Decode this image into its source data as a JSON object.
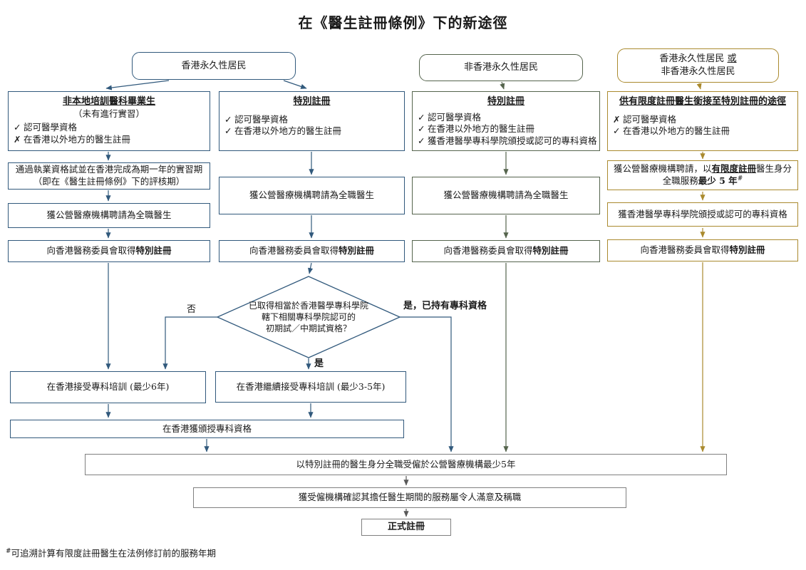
{
  "title": "在《醫生註冊條例》下的新途徑",
  "colors": {
    "blue": "#31597C",
    "green": "#55644D",
    "gold": "#AA8A2E",
    "gray": "#808080",
    "darkgray": "#595959",
    "text": "#1A1A1A"
  },
  "headers": {
    "hk_resident": "香港永久性居民",
    "non_hk_resident": "非香港永久性居民",
    "either_line1_pre": "香港永久性居民 ",
    "either_line1_or": "或",
    "either_line2": "非香港永久性居民"
  },
  "col1": {
    "box1": {
      "title": "非本地培訓醫科畢業生",
      "subtitle": "（未有進行實習）",
      "items": [
        {
          "mark": "✓",
          "text": "認可醫學資格"
        },
        {
          "mark": "✗",
          "text": "在香港以外地方的醫生註冊"
        }
      ]
    },
    "box2_line1": "通過執業資格試並在香港完成為期一年的實習期",
    "box2_line2": "（即在《醫生註冊條例》下的評核期）",
    "box3": "獲公營醫療機構聘請為全職醫生",
    "box4_pre": "向香港醫務委員會取得",
    "box4_bold": "特別註冊"
  },
  "col2": {
    "box1": {
      "title": "特別註冊",
      "items": [
        {
          "mark": "✓",
          "text": "認可醫學資格"
        },
        {
          "mark": "✓",
          "text": "在香港以外地方的醫生註冊"
        }
      ]
    },
    "box2": "獲公營醫療機構聘請為全職醫生",
    "box3_pre": "向香港醫務委員會取得",
    "box3_bold": "特別註冊"
  },
  "col3": {
    "box1": {
      "title": "特別註冊",
      "items": [
        {
          "mark": "✓",
          "text": "認可醫學資格"
        },
        {
          "mark": "✓",
          "text": "在香港以外地方的醫生註冊"
        },
        {
          "mark": "✓",
          "text": "獲香港醫學專科學院頒授或認可的專科資格"
        }
      ]
    },
    "box2": "獲公營醫療機構聘請為全職醫生",
    "box3_pre": "向香港醫務委員會取得",
    "box3_bold": "特別註冊"
  },
  "col4": {
    "box1": {
      "title": "供有限度註冊醫生銜接至特別註冊的途徑",
      "items": [
        {
          "mark": "✗",
          "text": "認可醫學資格"
        },
        {
          "mark": "✓",
          "text": "在香港以外地方的醫生註冊"
        }
      ]
    },
    "box2_l1_pre": "獲公營醫療機構聘請，以",
    "box2_l1_bold": "有限度註冊",
    "box2_l1_post": "醫生身分",
    "box2_l2_pre": "全職服務",
    "box2_l2_bold": "最少 5 年",
    "box2_l2_sup": "#",
    "box3": "獲香港醫學專科學院頒授或認可的專科資格",
    "box4_pre": "向香港醫務委員會取得",
    "box4_bold": "特別註冊"
  },
  "diamond": {
    "line1": "已取得相當於香港醫學專科學院",
    "line2": "轄下相關專科學院認可的",
    "line3": "初期試／中期試資格？"
  },
  "branch": {
    "no": "否",
    "yes": "是",
    "yes_specialist": "是，已持有專科資格"
  },
  "training": {
    "six_years": "在香港接受專科培訓 (最少6年)",
    "three_five_years": "在香港繼續接受專科培訓 (最少3-5年)",
    "specialist_qualification": "在香港獲頒授專科資格"
  },
  "bottom": {
    "employment": "以特別註冊的醫生身分全職受僱於公營醫療機構最少5年",
    "confirmation": "獲受僱機構確認其擔任醫生期間的服務屬令人滿意及稱職",
    "full_registration": "正式註冊"
  },
  "footnote": {
    "sup": "#",
    "text": "可追溯計算有限度註冊醫生在法例修訂前的服務年期"
  }
}
